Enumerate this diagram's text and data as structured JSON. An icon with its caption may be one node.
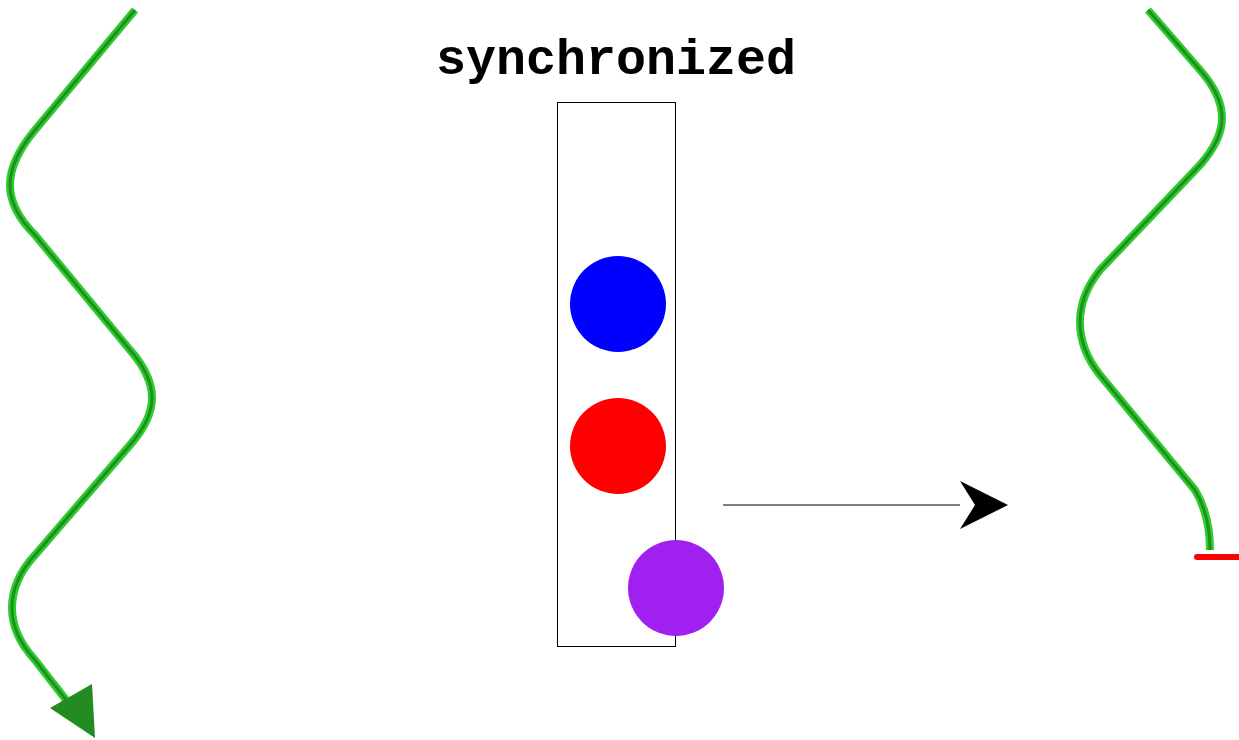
{
  "diagram": {
    "nodes": [
      {
        "text": [
          "synchronized"
        ]
      },
      {
        "text": [],
        "shape": "circle",
        "in": 0
      },
      {
        "text": [],
        "shape": "circle",
        "in": 0
      },
      {
        "text": [],
        "shape": "circle"
      }
    ]
  }
}
